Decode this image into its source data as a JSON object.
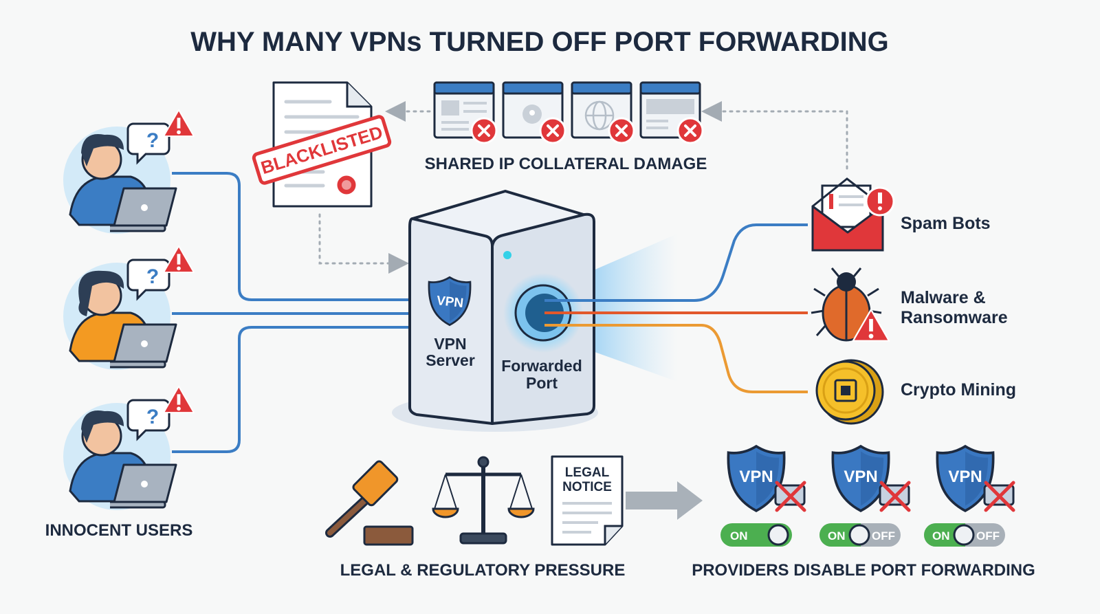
{
  "title": "WHY MANY VPNs TURNED OFF PORT FORWARDING",
  "users": {
    "label": "INNOCENT USERS",
    "bubble_symbol": "?",
    "warning_symbol": "!"
  },
  "server": {
    "shield_text": "VPN",
    "label_line1": "VPN",
    "label_line2": "Server",
    "port_line1": "Forwarded",
    "port_line2": "Port"
  },
  "shared_ip": {
    "label": "SHARED IP COLLATERAL DAMAGE",
    "stamp": "BLACKLISTED"
  },
  "threats": [
    {
      "label_line1": "Spam Bots",
      "label_line2": "",
      "icon": "envelope-alert-icon",
      "line_color": "#3b7dc4"
    },
    {
      "label_line1": "Malware &",
      "label_line2": "Ransomware",
      "icon": "bug-icon",
      "line_color": "#e2582b"
    },
    {
      "label_line1": "Crypto Mining",
      "label_line2": "",
      "icon": "coin-chip-icon",
      "line_color": "#eb9a33"
    }
  ],
  "legal": {
    "label": "LEGAL & REGULATORY PRESSURE",
    "notice_line1": "LEGAL",
    "notice_line2": "NOTICE"
  },
  "providers": {
    "label": "PROVIDERS DISABLE PORT FORWARDING",
    "shield_text": "VPN",
    "toggles": [
      {
        "on_label": "ON",
        "off_label": ""
      },
      {
        "on_label": "ON",
        "off_label": "OFF"
      },
      {
        "on_label": "ON",
        "off_label": "OFF"
      }
    ]
  },
  "colors": {
    "title": "#1d2a3f",
    "user_line": "#3b7dc4",
    "danger": "#e0373a",
    "vpn_blue": "#3a78c2",
    "toggle_green": "#4caf50",
    "toggle_gray": "#a8b0b8"
  }
}
